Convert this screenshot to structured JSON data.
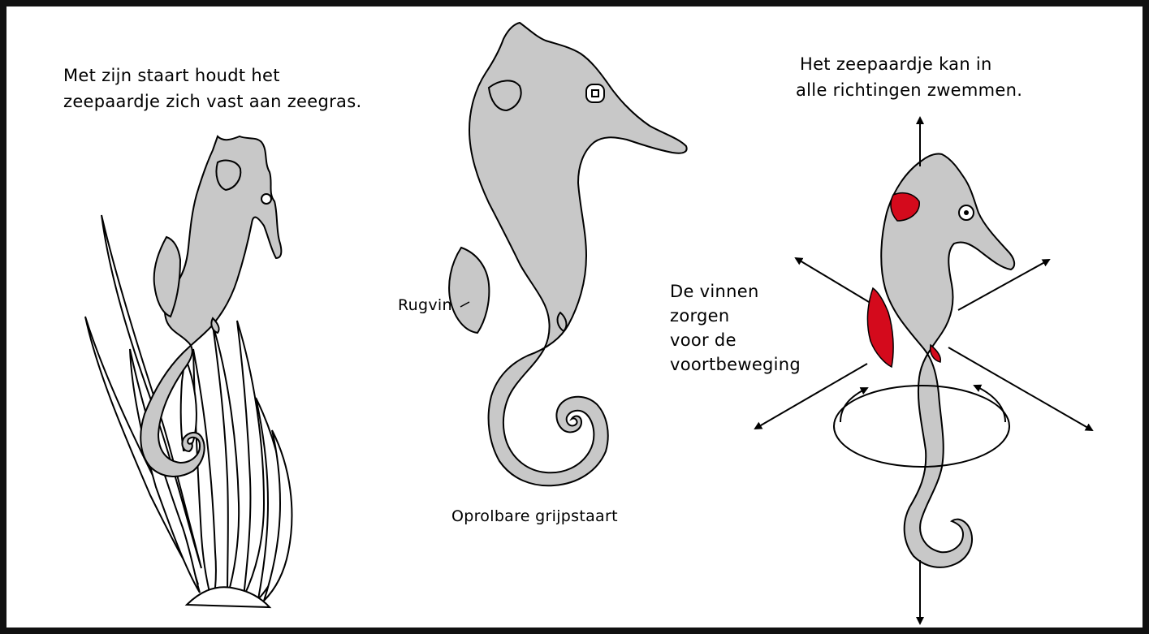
{
  "captions": {
    "left_line1": "Met zijn staart houdt het",
    "left_line2": "zeepaardje zich vast aan zeegras.",
    "right_line1": "Het zeepaardje kan in",
    "right_line2": "alle richtingen zwemmen."
  },
  "labels": {
    "dorsal_fin": "Rugvin",
    "prehensile_tail": "Oprolbare grijpstaart",
    "fins_line1": "De vinnen",
    "fins_line2": "zorgen",
    "fins_line3": "voor de",
    "fins_line4": "voortbeweging"
  },
  "colors": {
    "body": "#c8c8c8",
    "fin": "#d40a1c",
    "outline": "#000000",
    "border": "#111111"
  }
}
